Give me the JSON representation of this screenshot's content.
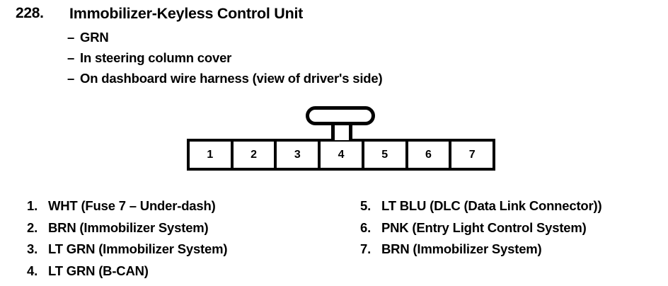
{
  "header": {
    "entry_number": "228.",
    "title": "Immobilizer-Keyless Control Unit"
  },
  "details": {
    "dash": "–",
    "lines": [
      "GRN",
      "In steering column cover",
      "On dashboard wire harness (view of driver's side)"
    ]
  },
  "connector": {
    "pin_count": 7,
    "pins": [
      {
        "number": "1"
      },
      {
        "number": "2"
      },
      {
        "number": "3"
      },
      {
        "number": "4"
      },
      {
        "number": "5"
      },
      {
        "number": "6"
      },
      {
        "number": "7"
      }
    ],
    "line_color": "#000000",
    "fill_color": "#ffffff"
  },
  "pin_legend": {
    "left_column": [
      {
        "index": "1.",
        "label": "WHT (Fuse 7 – Under-dash)"
      },
      {
        "index": "2.",
        "label": "BRN (Immobilizer System)"
      },
      {
        "index": "3.",
        "label": "LT GRN (Immobilizer System)"
      },
      {
        "index": "4.",
        "label": "LT GRN (B-CAN)"
      }
    ],
    "right_column": [
      {
        "index": "5.",
        "label": "LT BLU (DLC (Data Link Connector))"
      },
      {
        "index": "6.",
        "label": "PNK (Entry Light Control System)"
      },
      {
        "index": "7.",
        "label": "BRN (Immobilizer System)"
      }
    ]
  }
}
